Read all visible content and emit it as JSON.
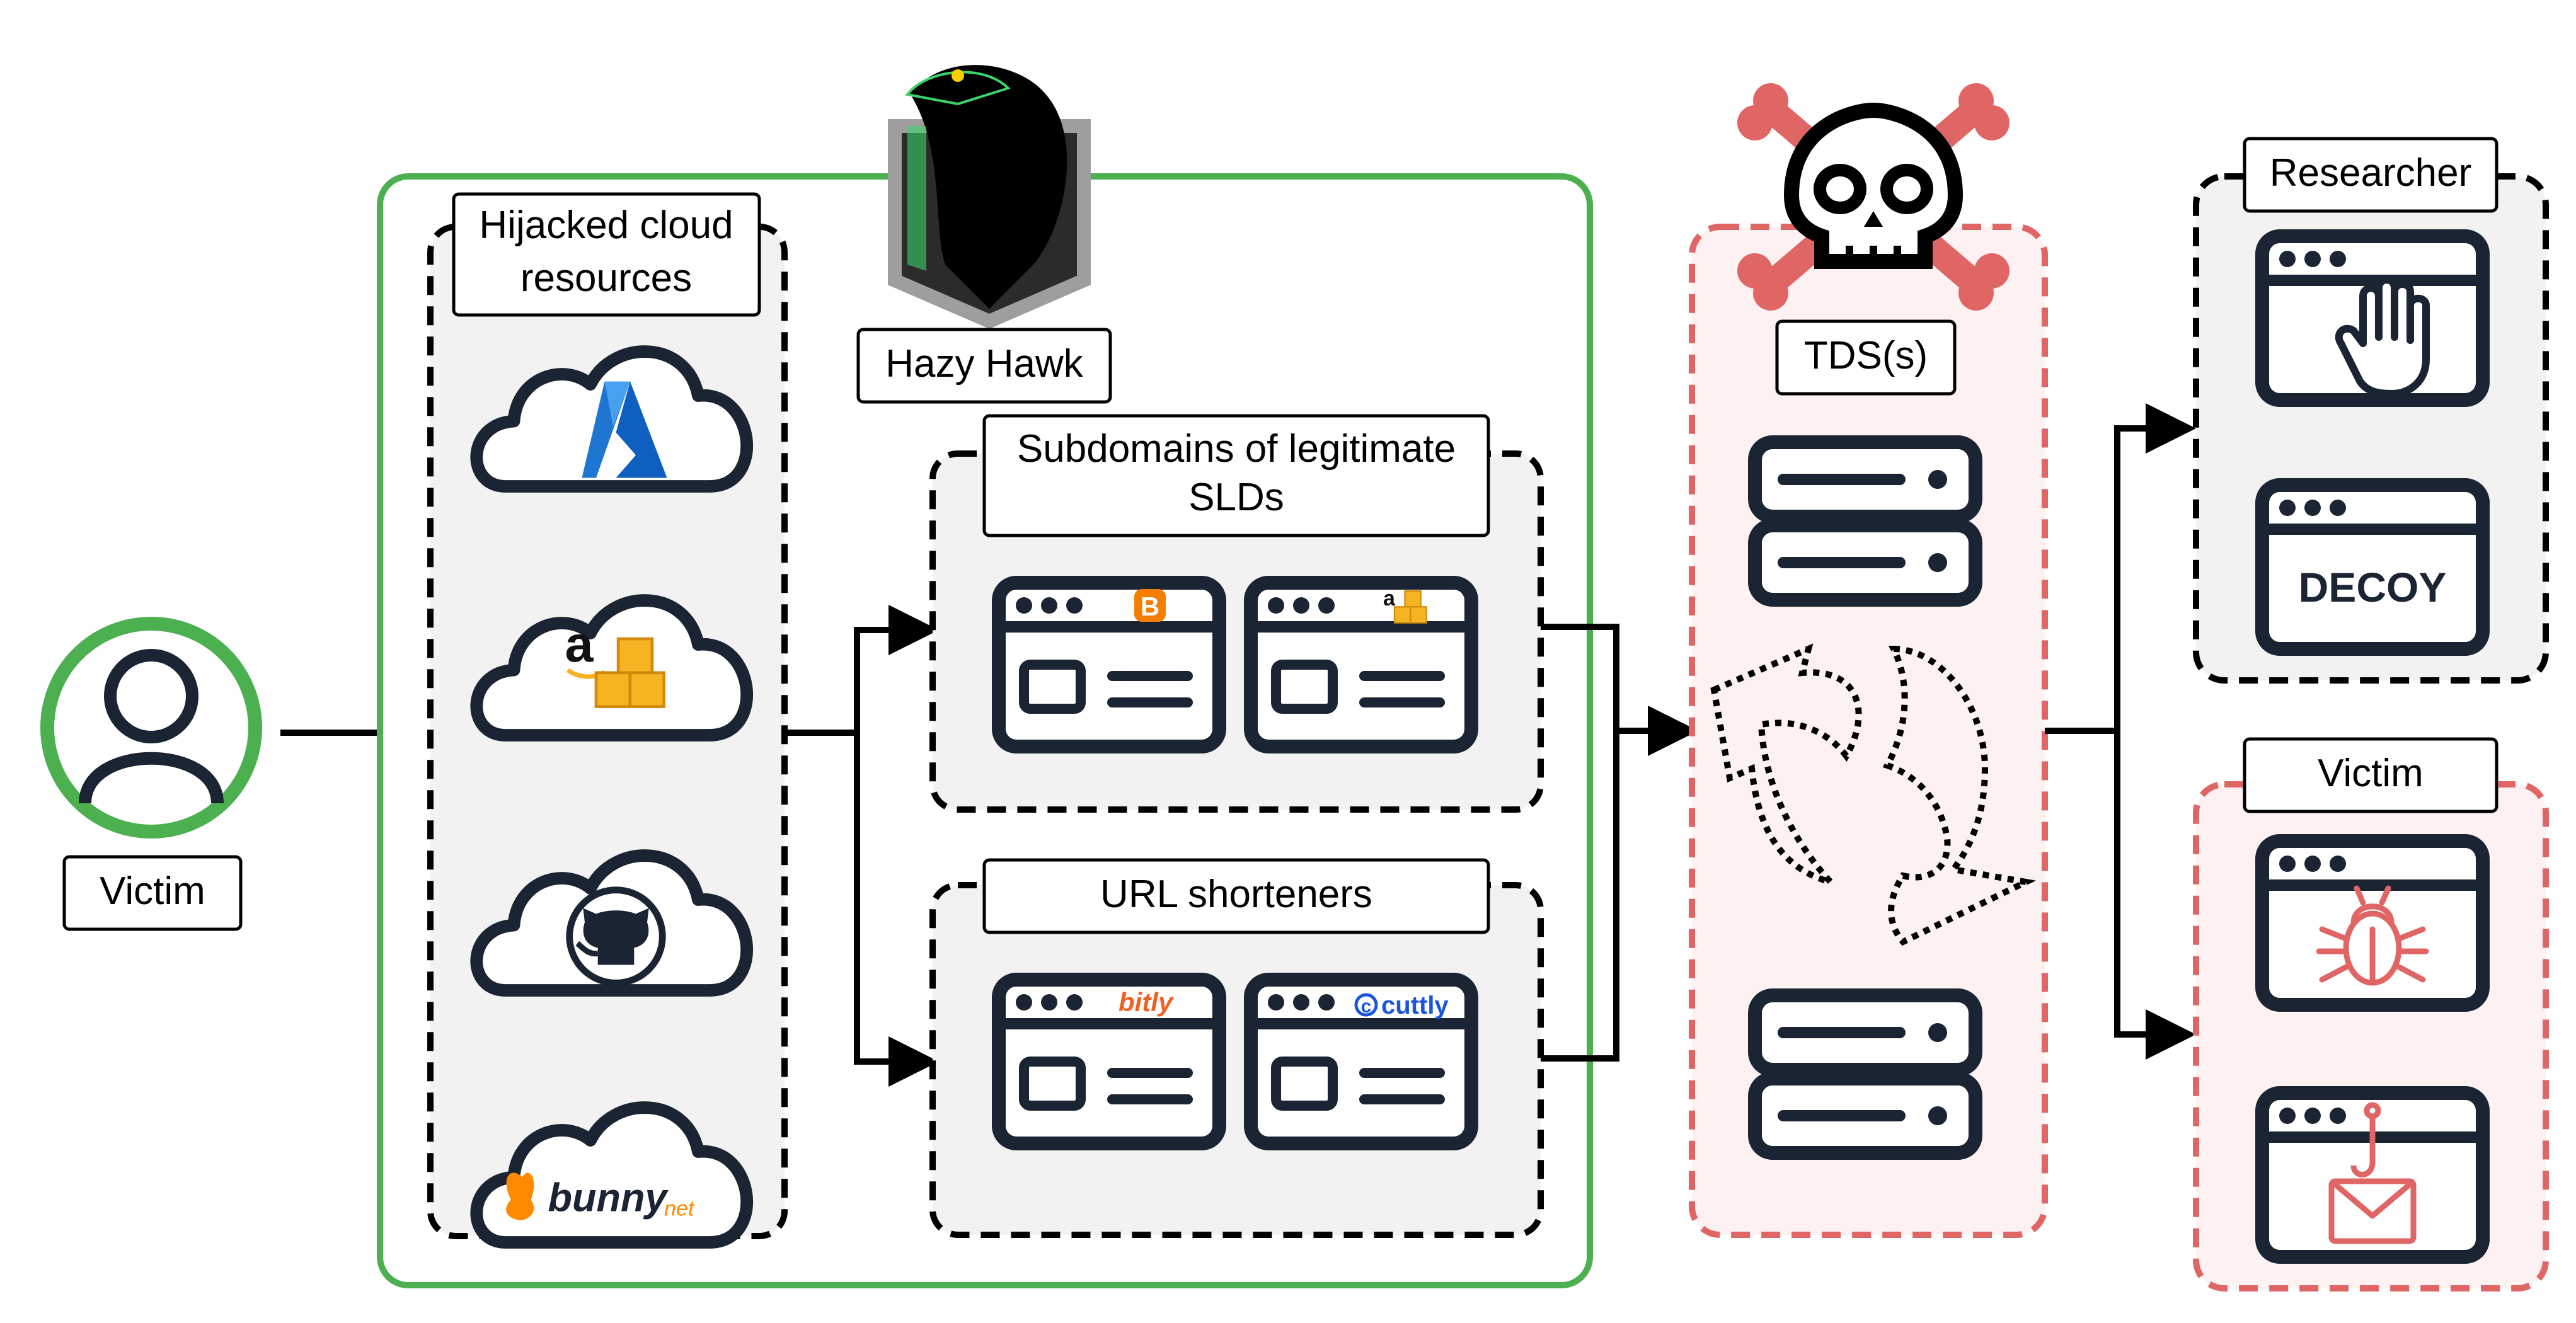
{
  "labels": {
    "victim_left": "Victim",
    "hazy_hawk": "Hazy Hawk",
    "hijacked_line1": "Hijacked cloud",
    "hijacked_line2": "resources",
    "subdomains_line1": "Subdomains of legitimate",
    "subdomains_line2": "SLDs",
    "url_shorteners": "URL shorteners",
    "tds": "TDS(s)",
    "researcher": "Researcher",
    "victim_right": "Victim",
    "decoy": "DECOY"
  },
  "logos": {
    "amazon_letter": "a",
    "blogger_letter": "B",
    "bitly": "bitly",
    "cuttly": "cuttly",
    "cuttly_mark": "c",
    "bunny": "bunny",
    "bunny_suffix": "net"
  },
  "icons": [
    "user-icon",
    "hawk-icon",
    "cloud-icon",
    "azure-icon",
    "aws-icon",
    "github-icon",
    "bunny-icon",
    "browser-window-icon",
    "blogger-icon",
    "bitly-icon",
    "cuttly-icon",
    "server-icon",
    "refresh-arrows-icon",
    "skull-crossbones-icon",
    "stop-hand-icon",
    "bug-icon",
    "phishing-email-icon"
  ],
  "colors": {
    "green": "#4caf50",
    "red": "#e06666",
    "red_fill": "#fdf1f1",
    "gray_fill": "#f2f2f2",
    "navy": "#1a2433",
    "azure_blue": "#1e76d3",
    "aws_orange": "#f6b322",
    "blogger_orange": "#f57d00",
    "bitly_orange": "#ee6123",
    "cuttly_blue": "#1a56db",
    "bunny_orange": "#ff8a00",
    "hawk_green": "#3ad46a"
  }
}
